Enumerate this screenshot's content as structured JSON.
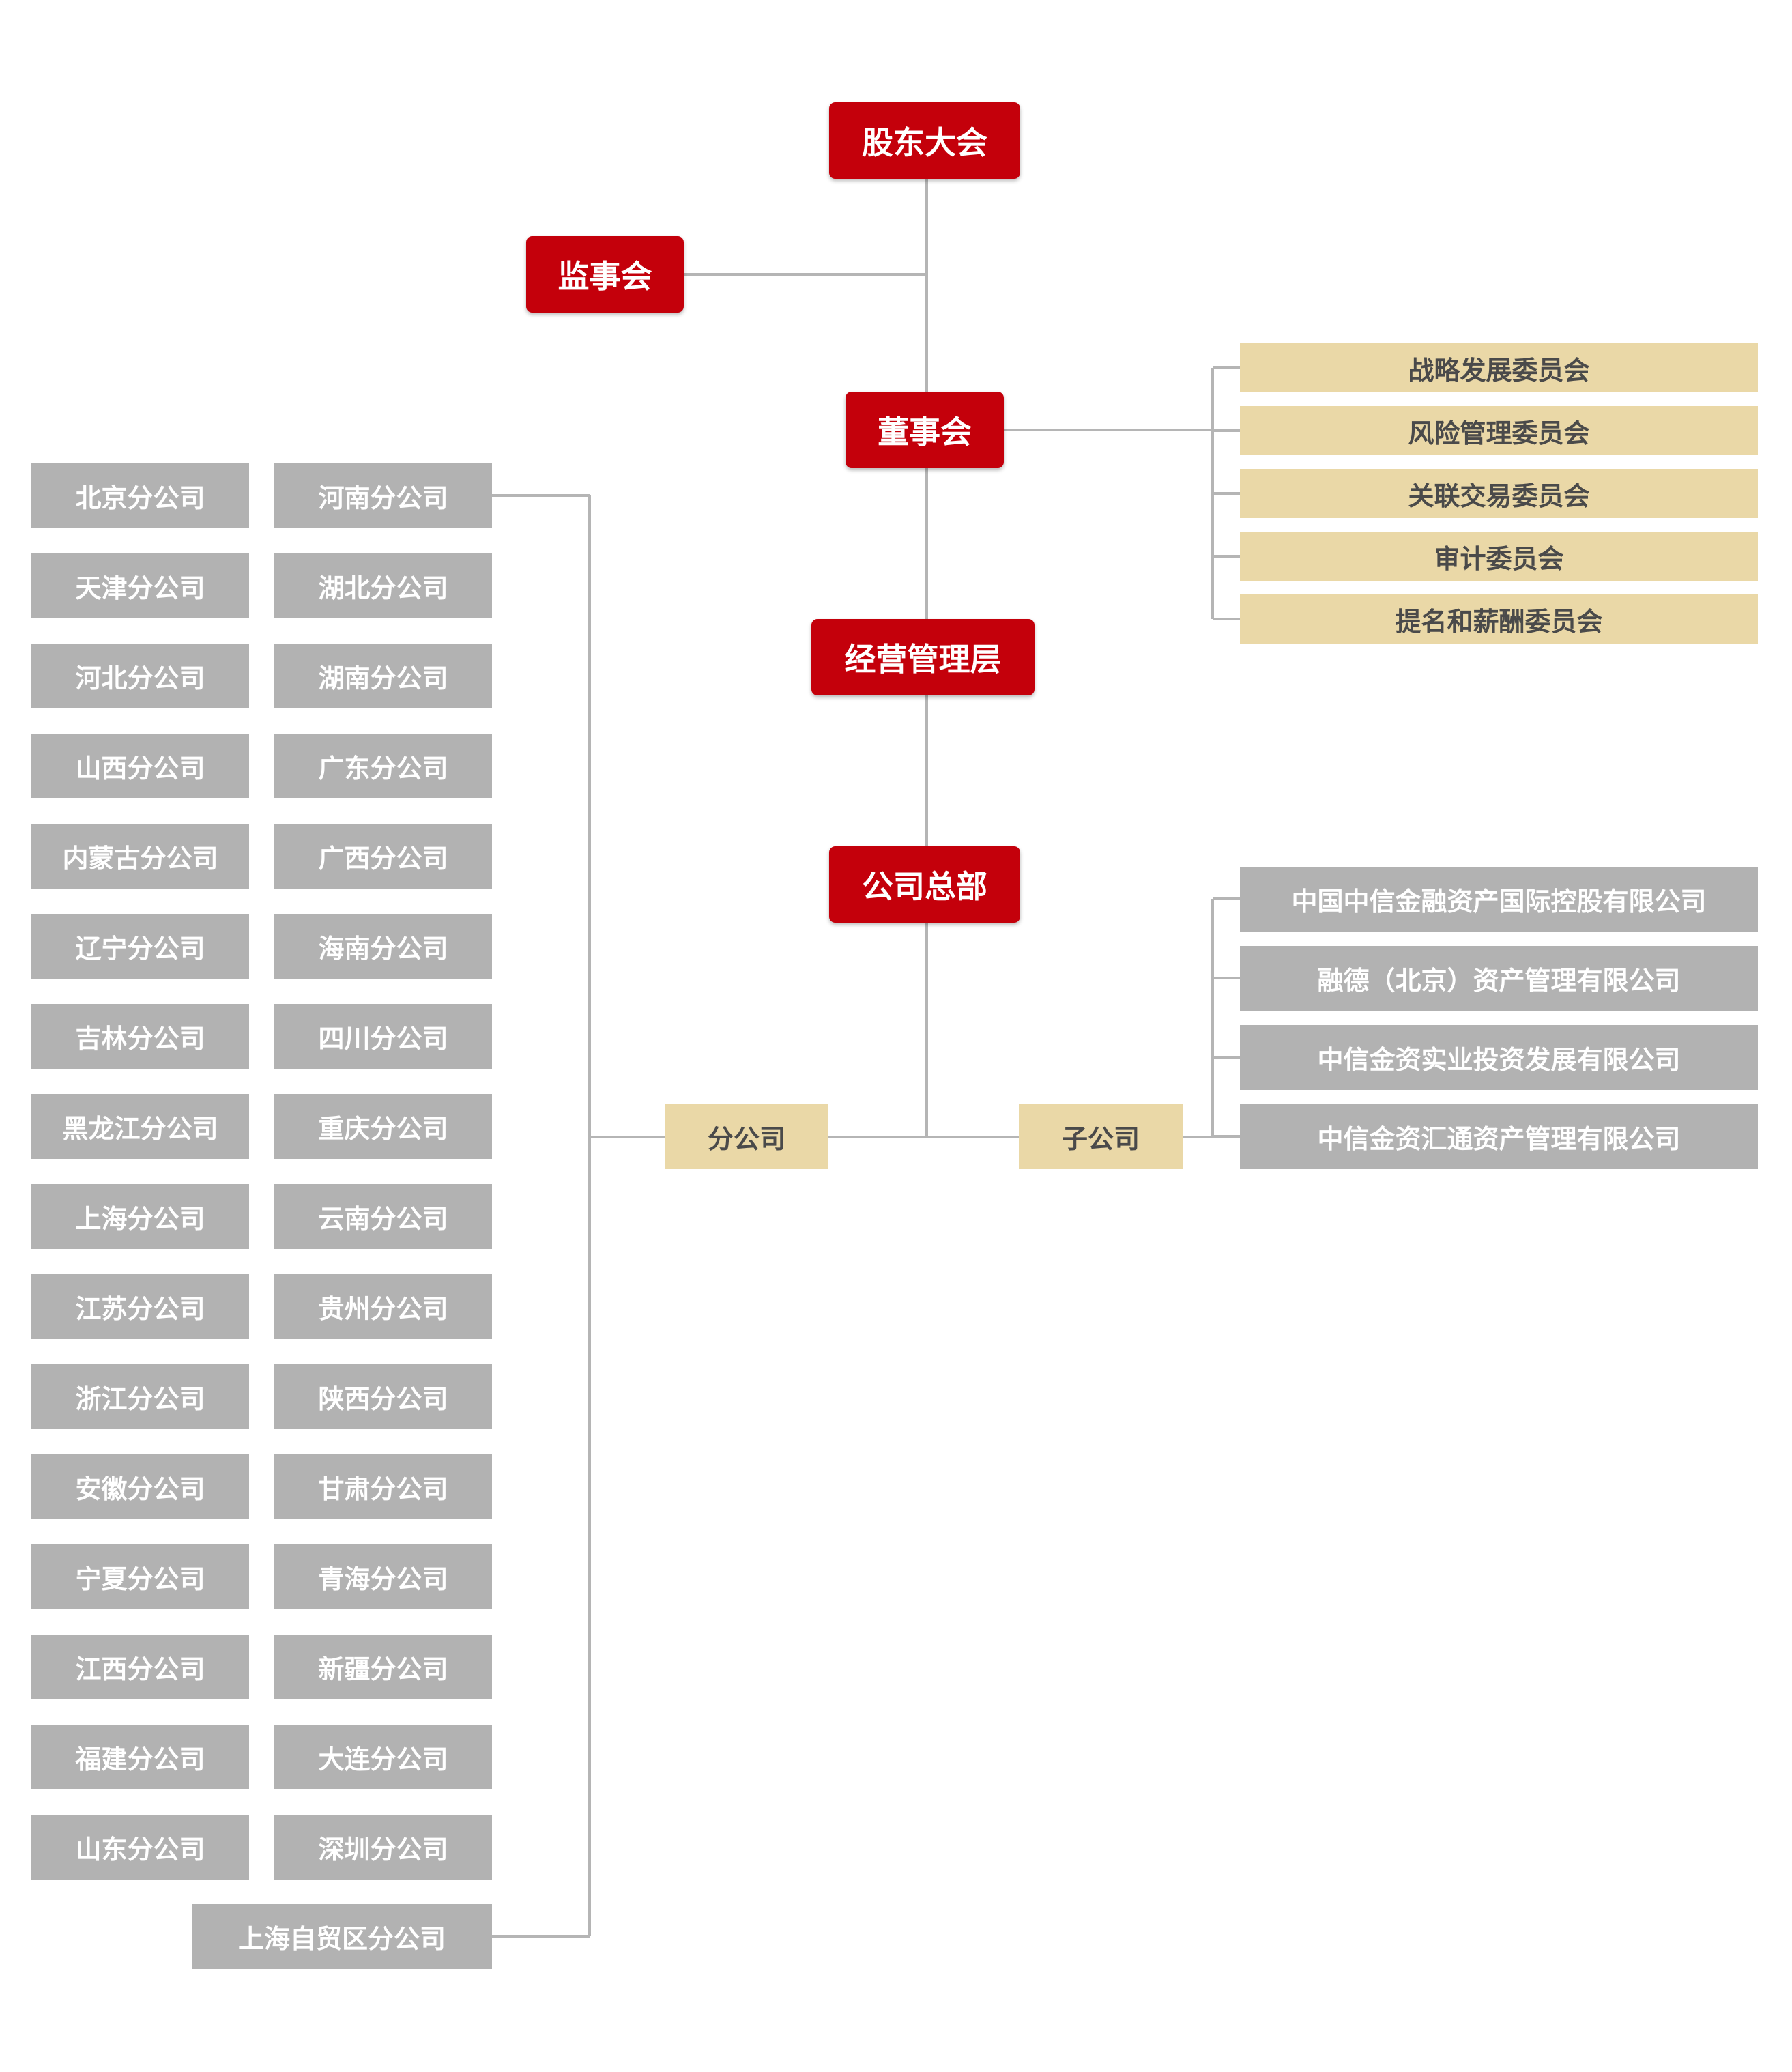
{
  "governance": {
    "shareholders": "股东大会",
    "supervisors": "监事会",
    "board": "董事会",
    "management": "经营管理层",
    "headquarters": "公司总部"
  },
  "committees": [
    "战略发展委员会",
    "风险管理委员会",
    "关联交易委员会",
    "审计委员会",
    "提名和薪酬委员会"
  ],
  "branch_group": "分公司",
  "subsidiary_group": "子公司",
  "subsidiaries": [
    "中国中信金融资产国际控股有限公司",
    "融德（北京）资产管理有限公司",
    "中信金资实业投资发展有限公司",
    "中信金资汇通资产管理有限公司"
  ],
  "branches_left": [
    "北京分公司",
    "天津分公司",
    "河北分公司",
    "山西分公司",
    "内蒙古分公司",
    "辽宁分公司",
    "吉林分公司",
    "黑龙江分公司",
    "上海分公司",
    "江苏分公司",
    "浙江分公司",
    "安徽分公司",
    "宁夏分公司",
    "江西分公司",
    "福建分公司",
    "山东分公司"
  ],
  "branches_right": [
    "河南分公司",
    "湖北分公司",
    "湖南分公司",
    "广东分公司",
    "广西分公司",
    "海南分公司",
    "四川分公司",
    "重庆分公司",
    "云南分公司",
    "贵州分公司",
    "陕西分公司",
    "甘肃分公司",
    "青海分公司",
    "新疆分公司",
    "大连分公司",
    "深圳分公司"
  ],
  "branch_last": "上海自贸区分公司",
  "colors": {
    "primary_red": "#c4000b",
    "tan": "#ead8a7",
    "gray": "#b2b2b2",
    "line": "#b5b5b5"
  }
}
